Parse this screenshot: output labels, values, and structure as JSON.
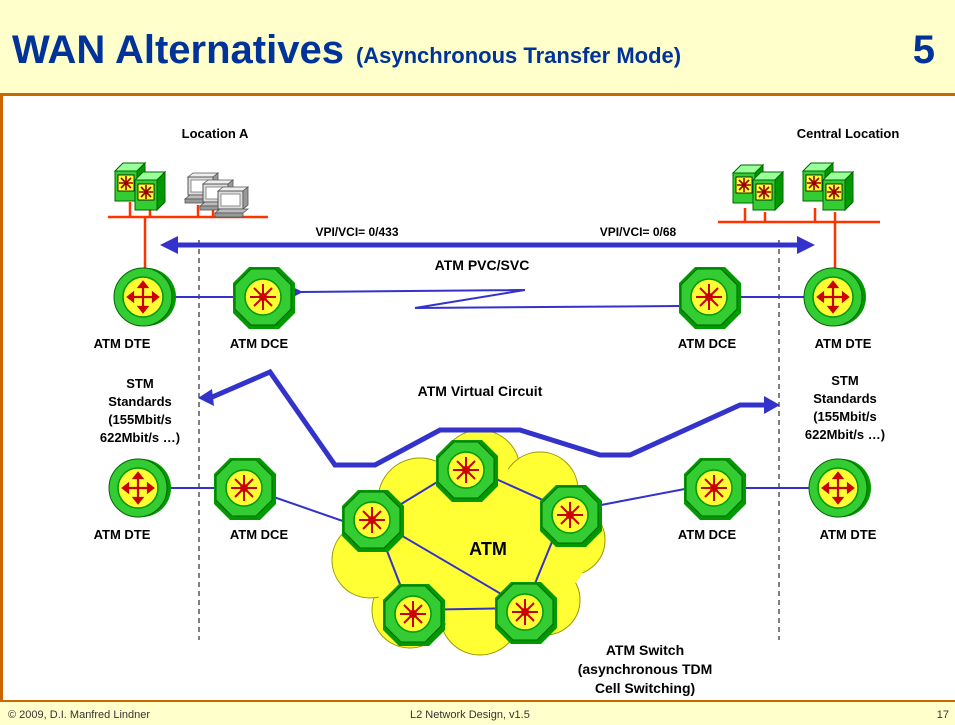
{
  "header": {
    "title": "WAN Alternatives",
    "subtitle": "(Asynchronous Transfer Mode)",
    "slide_number": "5"
  },
  "labels": {
    "location_a": "Location A",
    "central_location": "Central Location",
    "vpi_left": "VPI/VCI= 0/433",
    "vpi_right": "VPI/VCI= 0/68",
    "pvc": "ATM PVC/SVC",
    "dte": "ATM DTE",
    "dce": "ATM DCE",
    "virtual_circuit": "ATM Virtual Circuit",
    "stm": [
      "STM",
      "Standards",
      "(155Mbit/s",
      "622Mbit/s …)"
    ],
    "atm_cloud": "ATM",
    "atm_switch": [
      "ATM Switch",
      "(asynchronous TDM",
      "Cell Switching)"
    ]
  },
  "footer": {
    "copyright": "© 2009, D.I. Manfred Lindner",
    "course": "L2 Network Design, v1.5",
    "page": "17"
  },
  "colors": {
    "title": "#003399",
    "header_bg": "#ffffcc",
    "accent": "#cc6600",
    "link_blue": "#3333cc",
    "lan_red": "#ff3300",
    "device_green": "#33cc33",
    "device_yellow": "#ffff33",
    "cloud_yellow": "#ffff33"
  },
  "icons": [
    "server-icon",
    "workstation-icon",
    "atm-dte-router-icon",
    "atm-dce-switch-icon",
    "atm-cloud"
  ]
}
